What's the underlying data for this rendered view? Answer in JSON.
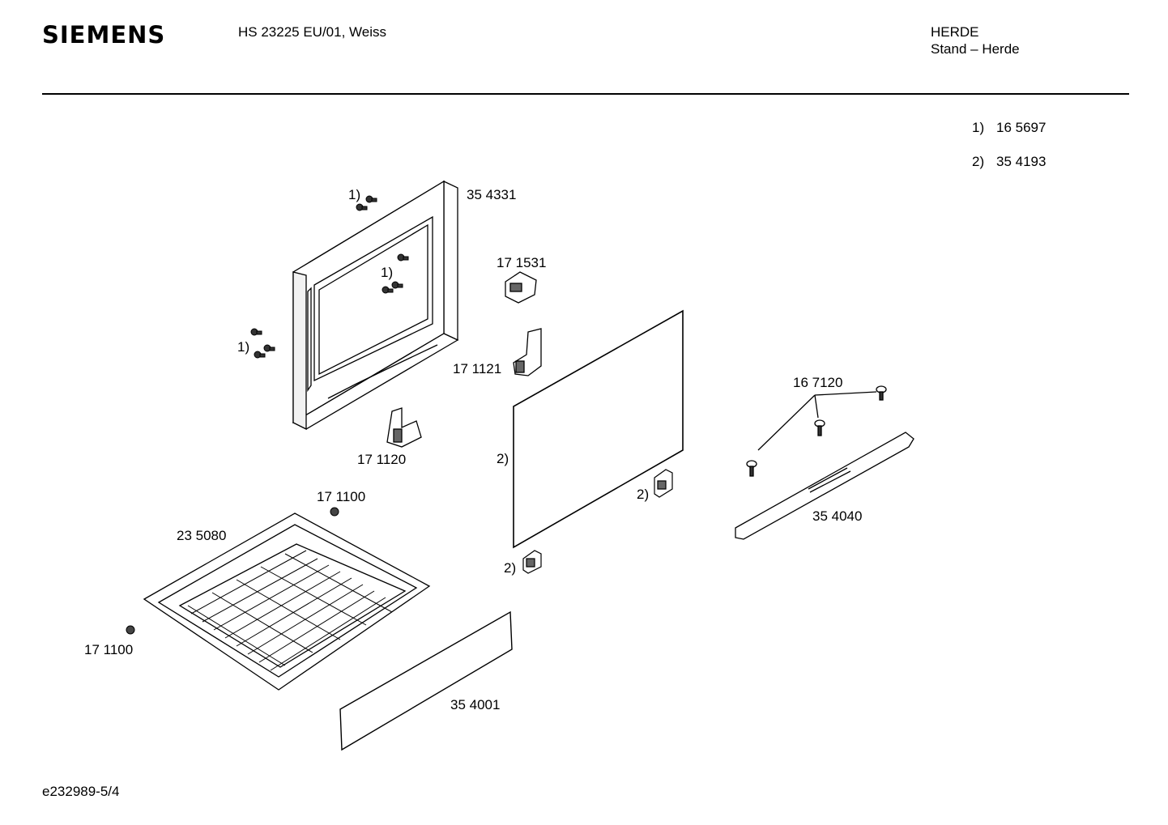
{
  "header": {
    "brand": "SIEMENS",
    "model": "HS 23225 EU/01, Weiss",
    "category": "HERDE",
    "subcategory": "Stand – Herde"
  },
  "legend": [
    {
      "key": "1)",
      "part": "16 5697"
    },
    {
      "key": "2)",
      "part": "35 4193"
    }
  ],
  "parts": {
    "door_frame": "35 4331",
    "hinge_top": "17 1531",
    "hinge_mid": "17 1121",
    "hinge_bottom": "17 1120",
    "glass_ref": "2)",
    "clip_right_ref": "2)",
    "clip_bottom_ref": "2)",
    "screws_ref_top": "1)",
    "screws_ref_inner": "1)",
    "screws_ref_left": "1)",
    "handle_screws": "16 7120",
    "handle": "35 4040",
    "foot_top": "17 1100",
    "tray": "23 5080",
    "foot_left": "17 1100",
    "panel": "35 4001"
  },
  "footer": {
    "code": "e232989-5/4"
  }
}
